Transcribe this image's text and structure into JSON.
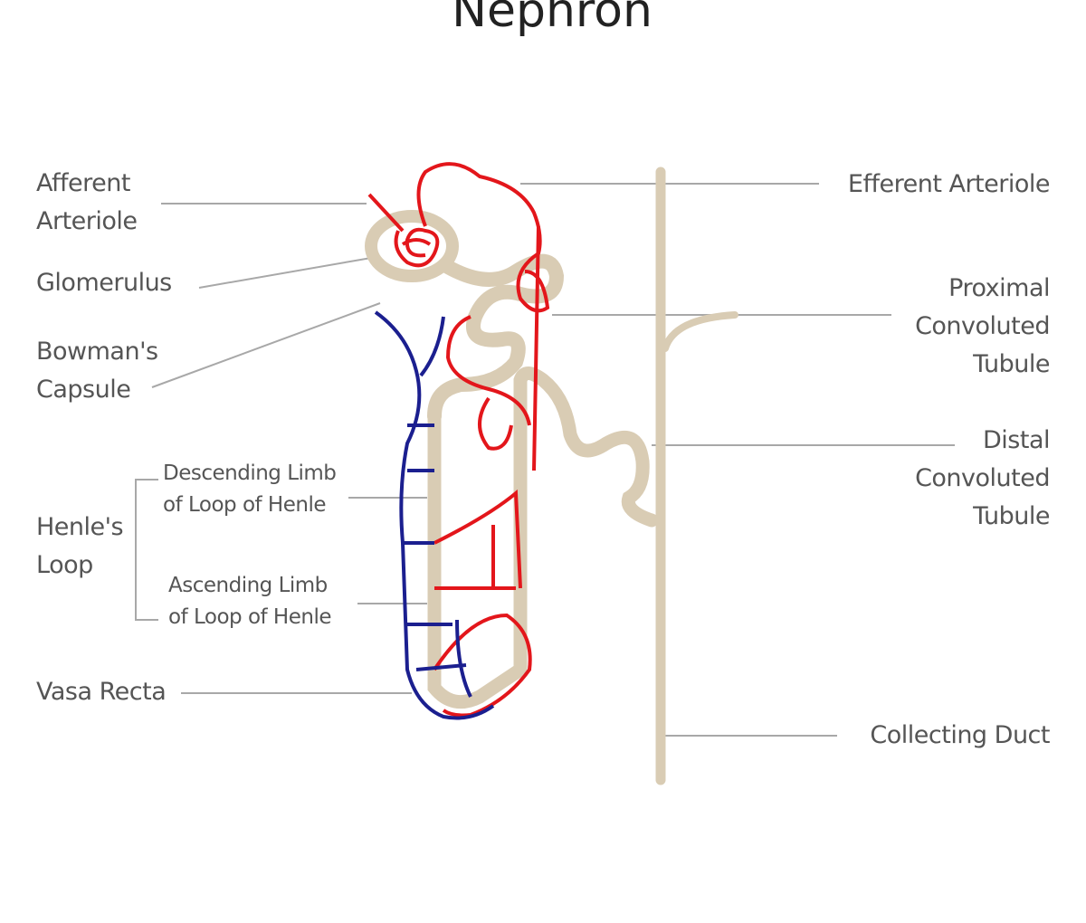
{
  "title": "Nephron",
  "labels": {
    "afferent_arteriole": "Afferent Arteriole",
    "afferent_l1": "Afferent",
    "afferent_l2": "Arteriole",
    "glomerulus": "Glomerulus",
    "bowmans_l1": "Bowman's",
    "bowmans_l2": "Capsule",
    "henles_l1": "Henle's",
    "henles_l2": "Loop",
    "descending_l1": "Descending Limb",
    "descending_l2": "of Loop of Henle",
    "ascending_l1": "Ascending Limb",
    "ascending_l2": "of Loop of Henle",
    "vasa_recta": "Vasa Recta",
    "efferent_arteriole": "Efferent Arteriole",
    "pct_l1": "Proximal",
    "pct_l2": "Convoluted",
    "pct_l3": "Tubule",
    "dct_l1": "Distal",
    "dct_l2": "Convoluted",
    "dct_l3": "Tubule",
    "collecting_duct": "Collecting Duct"
  },
  "colors": {
    "artery": "#e3161b",
    "vein": "#1b1f8f",
    "tubule": "#d9ccb4",
    "leader": "#9a9a9a"
  }
}
